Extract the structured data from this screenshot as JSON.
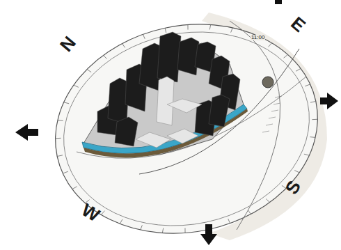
{
  "diagram": {
    "labels": [
      "N",
      "E",
      "S",
      "W",
      "11:00"
    ]
  }
}
